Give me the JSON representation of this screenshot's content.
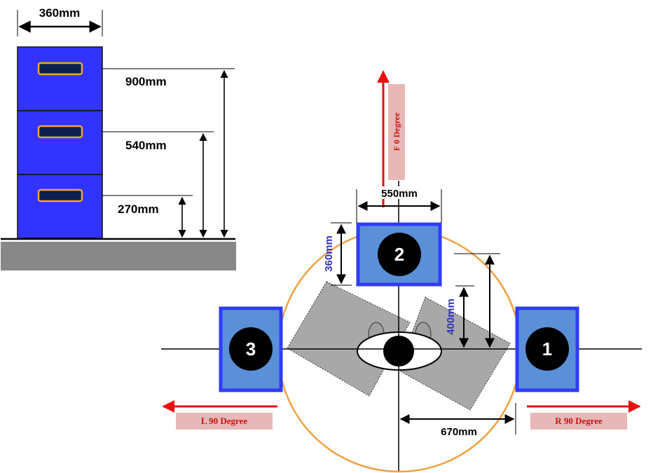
{
  "colors": {
    "speaker_blue": "#3333ff",
    "speaker_fill": "#5b8fd8",
    "speaker_border": "#2f3bff",
    "handle_border": "#f0a530",
    "handle_fill": "#0c2050",
    "floor": "#888888",
    "circle": "#f0a040",
    "arrow_red": "#e81010",
    "label_bg": "#e8b8b8",
    "label_text": "#cc1111",
    "dim_blue": "#3333bb",
    "panel_gray": "#a8a8a8"
  },
  "stack": {
    "width_label": "360mm",
    "height_labels": [
      "900mm",
      "540mm",
      "270mm"
    ]
  },
  "layout": {
    "speaker_2": {
      "number": "2",
      "width_label": "550mm",
      "height_label": "360mm"
    },
    "speaker_1": {
      "number": "1",
      "distance_label": "670mm"
    },
    "speaker_3": {
      "number": "3"
    },
    "panel_height_label": "400mm",
    "front_label": "F  0 Degree",
    "left_label": "L  90 Degree",
    "right_label": "R  90 Degree"
  }
}
